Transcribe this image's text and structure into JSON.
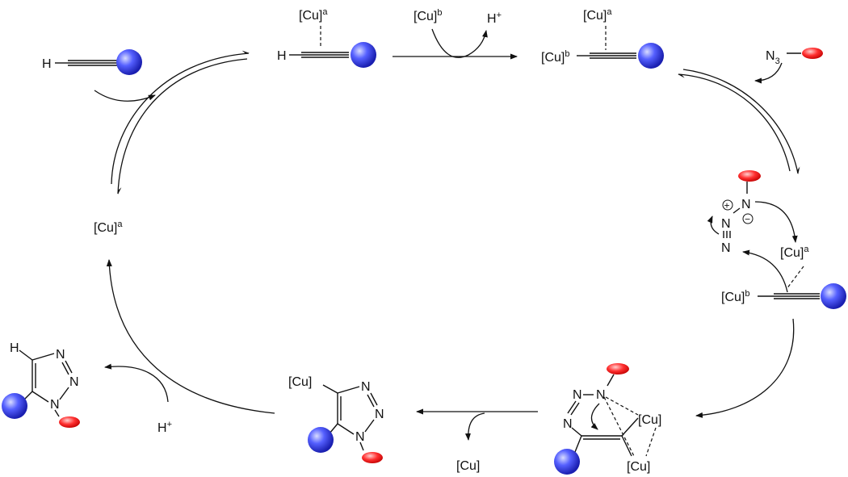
{
  "labels": {
    "cu": "[Cu]",
    "sup_a": "a",
    "sup_b": "b",
    "h": "H",
    "h_plus": "H",
    "plus": "+",
    "minus": "−",
    "n": "N",
    "n3": "N",
    "n3_sub": "3"
  },
  "colors": {
    "alkyne_substituent": "#2b36e0",
    "azide_substituent": "#e00000"
  },
  "icons": {
    "alkyne_substituent": "blue-sphere",
    "azide_substituent": "red-ellipse"
  }
}
